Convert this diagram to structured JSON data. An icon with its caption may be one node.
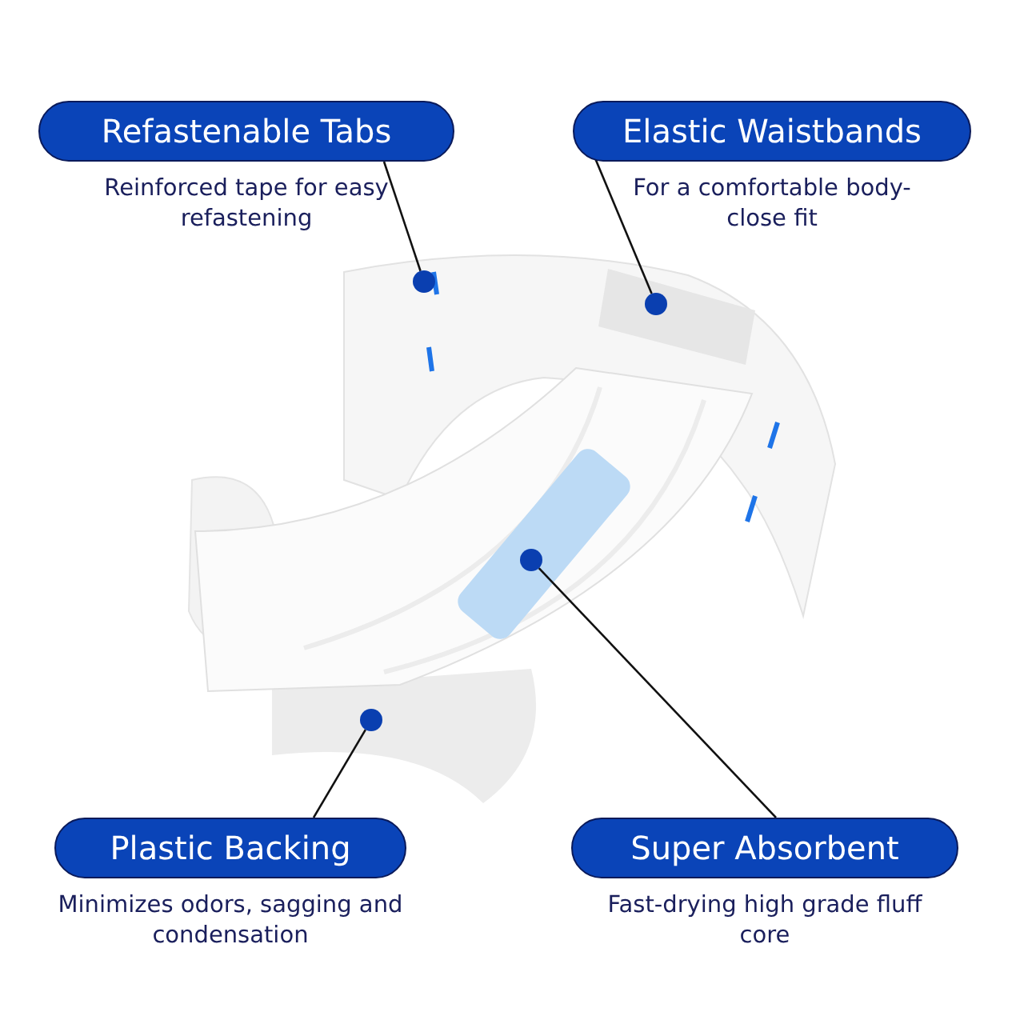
{
  "diagram": {
    "nodes": [
      {
        "text": [
          "Refastenable Tabs",
          "Reinforced tape for easy refastening"
        ]
      },
      {
        "text": [
          "Elastic Waistbands",
          "For a comfortable body-close fit"
        ]
      },
      {
        "text": [
          "Plastic Backing",
          "Minimizes odors, sagging and condensation"
        ]
      },
      {
        "text": [
          "Super Absorbent",
          "Fast-drying high grade fluff core"
        ]
      },
      {
        "text": [],
        "shape": "circle"
      },
      {
        "text": [],
        "shape": "circle"
      },
      {
        "text": [],
        "shape": "circle"
      },
      {
        "text": [],
        "shape": "circle"
      }
    ],
    "edges": [
      {
        "from": 0,
        "to": 4,
        "arrow": "none"
      },
      {
        "from": 1,
        "to": 5,
        "arrow": "none"
      },
      {
        "from": 2,
        "to": 7,
        "arrow": "none"
      },
      {
        "from": 3,
        "to": 6,
        "arrow": "none"
      }
    ]
  }
}
